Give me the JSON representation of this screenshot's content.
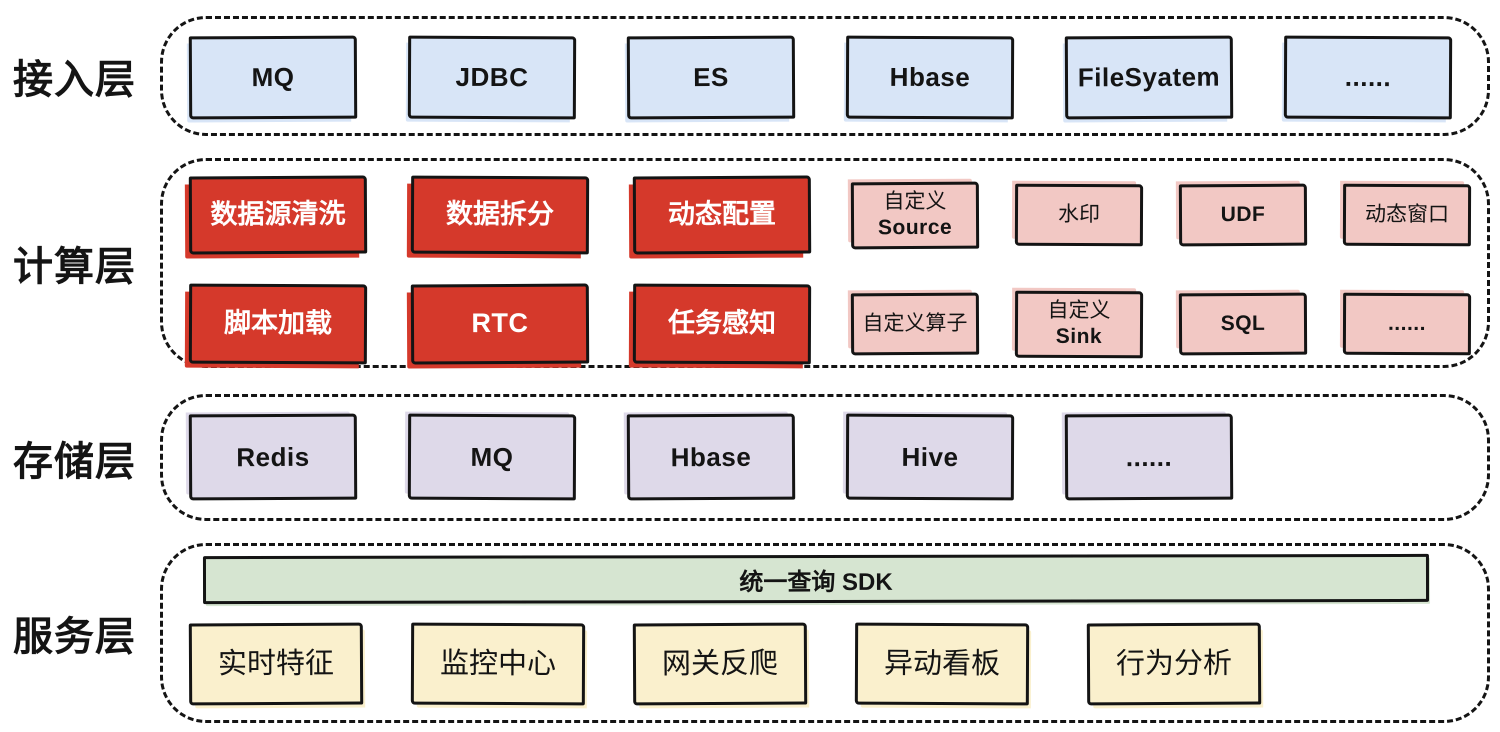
{
  "layers": {
    "access": {
      "label": "接入层",
      "boxes": [
        "MQ",
        "JDBC",
        "ES",
        "Hbase",
        "FileSyatem",
        "......"
      ]
    },
    "compute": {
      "label": "计算层",
      "core_boxes": [
        "数据源清洗",
        "数据拆分",
        "动态配置",
        "脚本加载",
        "RTC",
        "任务感知"
      ],
      "plugin_boxes": [
        [
          "自定义",
          "Source"
        ],
        "水印",
        "UDF",
        "动态窗口",
        "自定义算子",
        [
          "自定义",
          "Sink"
        ],
        "SQL",
        "......"
      ]
    },
    "storage": {
      "label": "存储层",
      "boxes": [
        "Redis",
        "MQ",
        "Hbase",
        "Hive",
        "......"
      ]
    },
    "service": {
      "label": "服务层",
      "sdk_bar": "统一查询 SDK",
      "boxes": [
        "实时特征",
        "监控中心",
        "网关反爬",
        "异动看板",
        "行为分析"
      ]
    }
  },
  "colors": {
    "access_box": "#d8e5f7",
    "compute_core": "#d5392b",
    "compute_core_text": "#ffffff",
    "compute_plugin": "#f2c8c4",
    "storage_box": "#ded9e9",
    "sdk_bar": "#d6e5d1",
    "service_box": "#faf0cd",
    "border": "#141414",
    "background": "#ffffff"
  }
}
